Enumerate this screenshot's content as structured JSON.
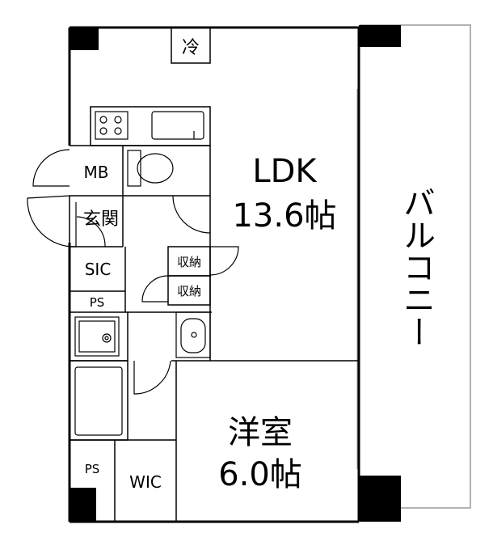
{
  "rooms": {
    "ldk_name": "LDK",
    "ldk_size": "13.6帖",
    "bedroom_name": "洋室",
    "bedroom_size": "6.0帖",
    "balcony": "バルコニー",
    "entrance": "玄関",
    "mb": "MB",
    "sic": "SIC",
    "ps_upper": "PS",
    "ps_lower": "PS",
    "wic": "WIC",
    "storage_upper": "収納",
    "storage_lower": "収納",
    "fridge": "冷"
  }
}
